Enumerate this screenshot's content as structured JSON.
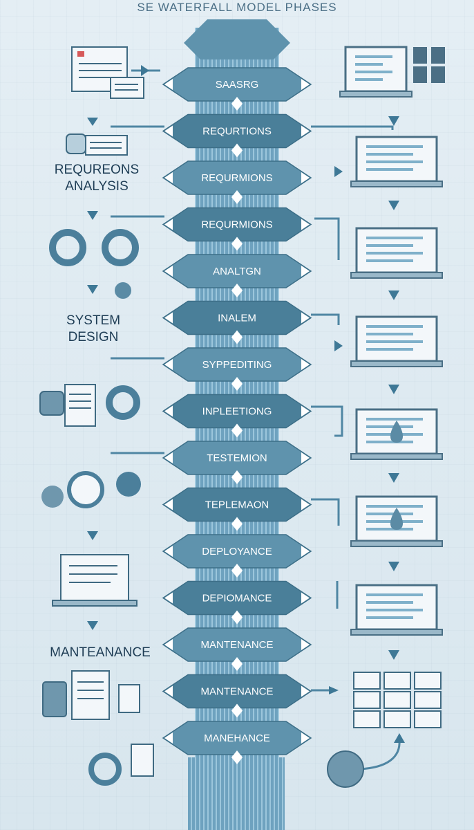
{
  "title": "SE WATERFALL MODEL PHASES",
  "side_labels": [
    {
      "text": "REQUREONS\nANALYSIS",
      "key": "req"
    },
    {
      "text": "SYSTEM\nDESIGN",
      "key": "sys"
    },
    {
      "text": "MANTEANANCE",
      "key": "maint"
    }
  ],
  "stages": [
    "SAASRG",
    "REQURTIONS",
    "REQURMIONS",
    "REQURMIONS",
    "ANALTGN",
    "INALEM",
    "SYPPEDITING",
    "INPLEETIONG",
    "TESTEMION",
    "TEPLEMAON",
    "DEPLOYANCE",
    "DEPIOMANCE",
    "MANTENANCE",
    "MANTENANCE",
    "MANEHANCE"
  ],
  "colors": {
    "stage_fill": "#5f93ad",
    "stage_dark": "#4a7f99",
    "arrow": "#3e7896",
    "pillar": "#6fa3c0",
    "monitor_frame": "#4a6f85",
    "screen_line": "#7fb0ca"
  },
  "icons": [
    "document-icon",
    "gear-icon",
    "monitor-icon",
    "water-drop-icon",
    "database-icon",
    "cylinder-icon",
    "ring-icon"
  ]
}
